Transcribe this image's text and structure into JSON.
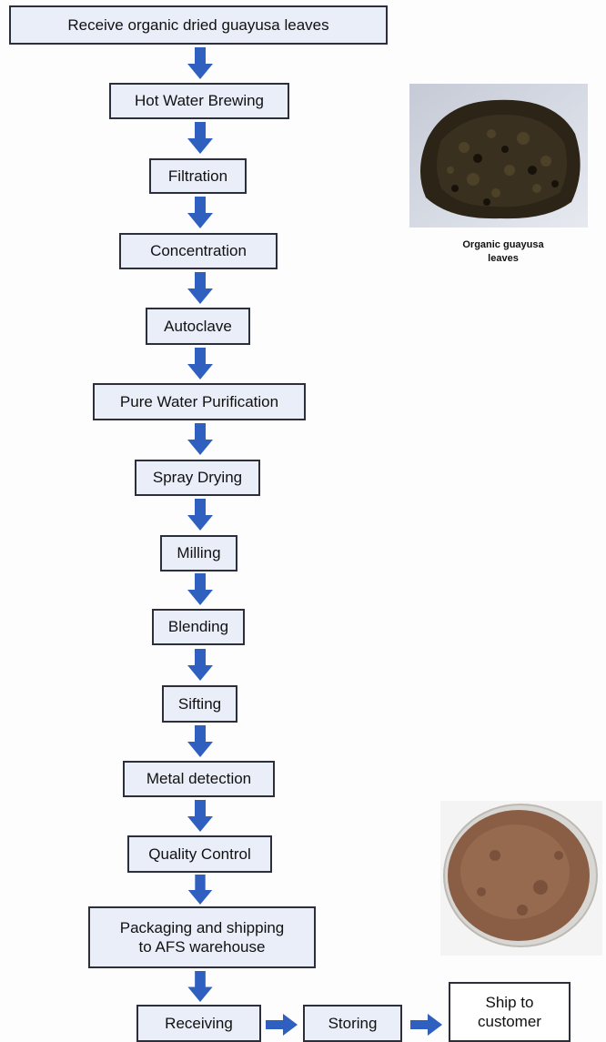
{
  "flow_steps": [
    "Receive organic dried guayusa leaves",
    "Hot Water Brewing",
    "Filtration",
    "Concentration",
    "Autoclave",
    "Pure Water Purification",
    "Spray Drying",
    "Milling",
    "Blending",
    "Sifting",
    "Metal detection",
    "Quality Control",
    "Packaging and shipping\nto AFS warehouse"
  ],
  "final_steps": [
    "Receiving",
    "Storing",
    "Ship to\ncustomer"
  ],
  "images": {
    "leaves_caption": "Organic guayusa\nleaves"
  },
  "colors": {
    "arrow": "#2f5fbf",
    "box_fill": "#e9eef9",
    "box_border": "#2c2f3a"
  }
}
